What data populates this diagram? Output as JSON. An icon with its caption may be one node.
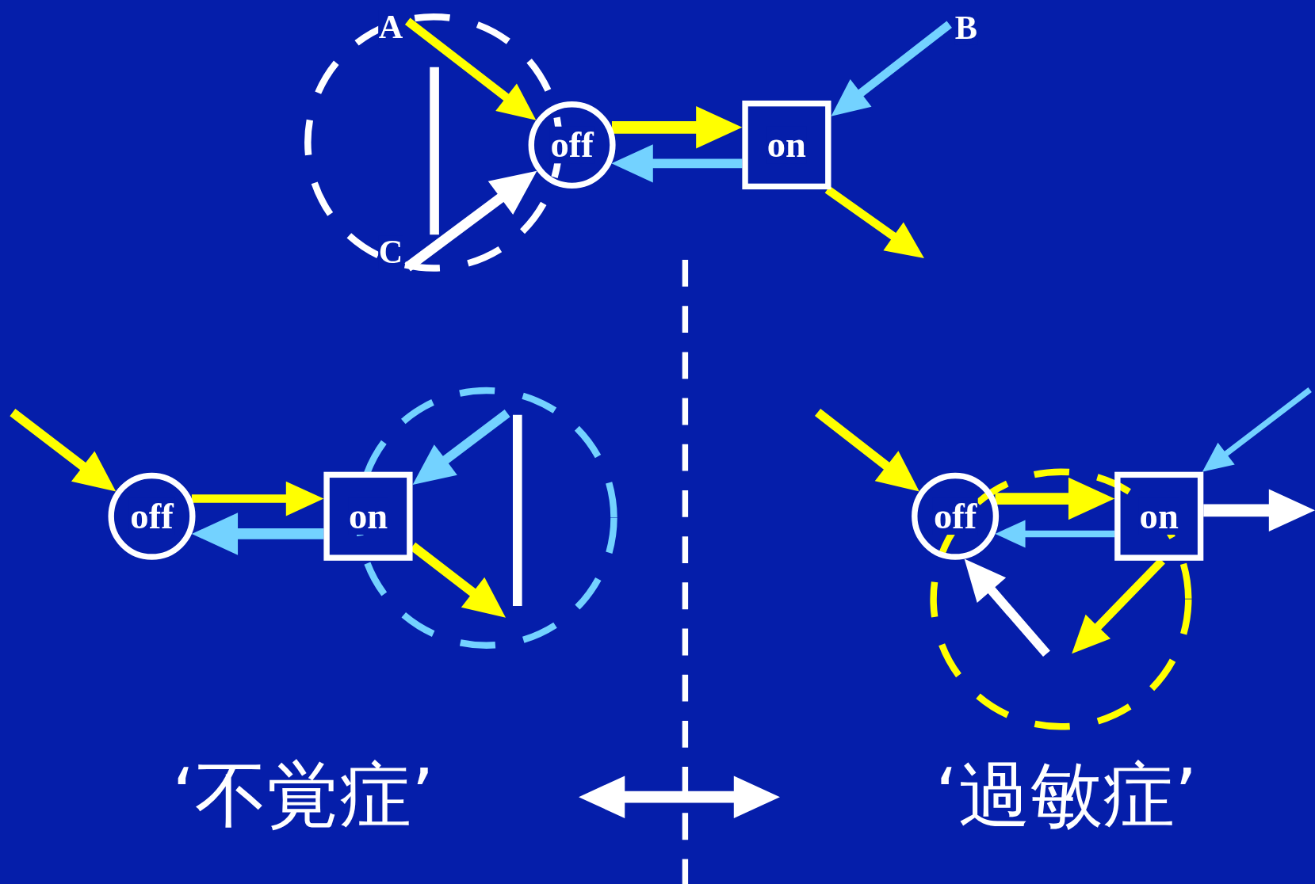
{
  "diagram": {
    "nodes": [
      {
        "text": [
          "off"
        ]
      },
      {
        "text": [
          "on"
        ]
      },
      {
        "text": [
          "off"
        ]
      },
      {
        "text": [
          "on"
        ]
      },
      {
        "text": [
          "off"
        ]
      },
      {
        "text": [
          "on"
        ]
      },
      {
        "text": [
          "A"
        ]
      },
      {
        "text": [
          "B"
        ]
      },
      {
        "text": [
          "C"
        ]
      }
    ],
    "edges": [
      {
        "from": 0,
        "to": 1,
        "arrow": "to"
      },
      {
        "from": 1,
        "to": 0,
        "arrow": "to",
        "color": "#73d2ff"
      },
      {
        "from": 6,
        "to": 0,
        "arrow": "to"
      },
      {
        "from": 8,
        "to": 0,
        "arrow": "to",
        "color": "#ffffff"
      },
      {
        "from": 7,
        "to": 1,
        "arrow": "to",
        "color": "#73d2ff"
      },
      {
        "from": 1,
        "to": null,
        "arrow": "to"
      },
      {
        "from": null,
        "to": 2,
        "arrow": "to"
      },
      {
        "from": 2,
        "to": 3,
        "arrow": "to"
      },
      {
        "from": 3,
        "to": 2,
        "arrow": "to",
        "color": "#73d2ff"
      },
      {
        "from": null,
        "to": 3,
        "arrow": "to",
        "color": "#73d2ff"
      },
      {
        "from": 3,
        "to": null,
        "arrow": "to"
      },
      {
        "from": null,
        "to": 4,
        "arrow": "to"
      },
      {
        "from": 4,
        "to": 5,
        "arrow": "to"
      },
      {
        "from": 5,
        "to": 4,
        "arrow": "to",
        "color": "#73d2ff"
      },
      {
        "from": null,
        "to": 5,
        "arrow": "to",
        "color": "#73d2ff"
      },
      {
        "from": 5,
        "to": null,
        "arrow": "to",
        "color": "#ffffff"
      },
      {
        "from": 5,
        "to": null,
        "arrow": "to"
      },
      {
        "from": null,
        "to": 4,
        "arrow": "to",
        "color": "#ffffff"
      }
    ],
    "labels": [
      "‘不覚症’",
      "‘過敏症’"
    ]
  }
}
